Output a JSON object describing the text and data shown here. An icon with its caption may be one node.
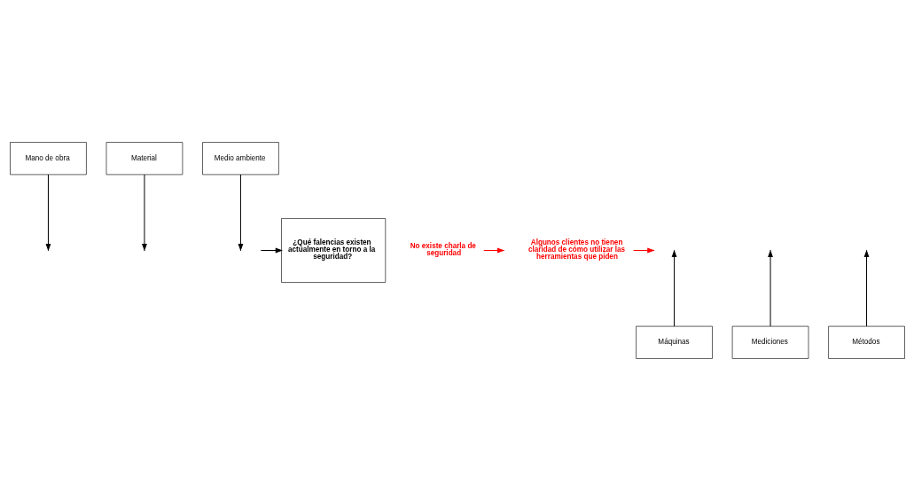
{
  "diagram": {
    "nodes": [
      {
        "text": [
          "Mano de obra"
        ]
      },
      {
        "text": [
          "Material"
        ]
      },
      {
        "text": [
          "Medio ambiente"
        ]
      },
      {
        "text": [
          "¿Qué falencias existen actualmente en torno a la seguridad?"
        ]
      },
      {
        "text": [
          "No existe charla de seguridad"
        ]
      },
      {
        "text": [
          "Algunos clientes no tienen claridad de cómo utilizar las herramientas que piden"
        ]
      },
      {
        "text": [
          "Máquinas"
        ]
      },
      {
        "text": [
          "Mediciones"
        ]
      },
      {
        "text": [
          "Métodos"
        ]
      }
    ],
    "edges": [
      {
        "from": null,
        "to": 3,
        "arrow": "to"
      },
      {
        "from": 0,
        "to": null,
        "arrow": "to"
      },
      {
        "from": 1,
        "to": null,
        "arrow": "to"
      },
      {
        "from": 2,
        "to": null,
        "arrow": "to"
      },
      {
        "from": 6,
        "to": null,
        "arrow": "to"
      },
      {
        "from": 7,
        "to": null,
        "arrow": "to"
      },
      {
        "from": 8,
        "to": null,
        "arrow": "to"
      },
      {
        "from": 4,
        "to": null,
        "arrow": "to",
        "color": "#ff0000"
      },
      {
        "from": 5,
        "to": null,
        "arrow": "to",
        "color": "#ff0000"
      }
    ]
  }
}
